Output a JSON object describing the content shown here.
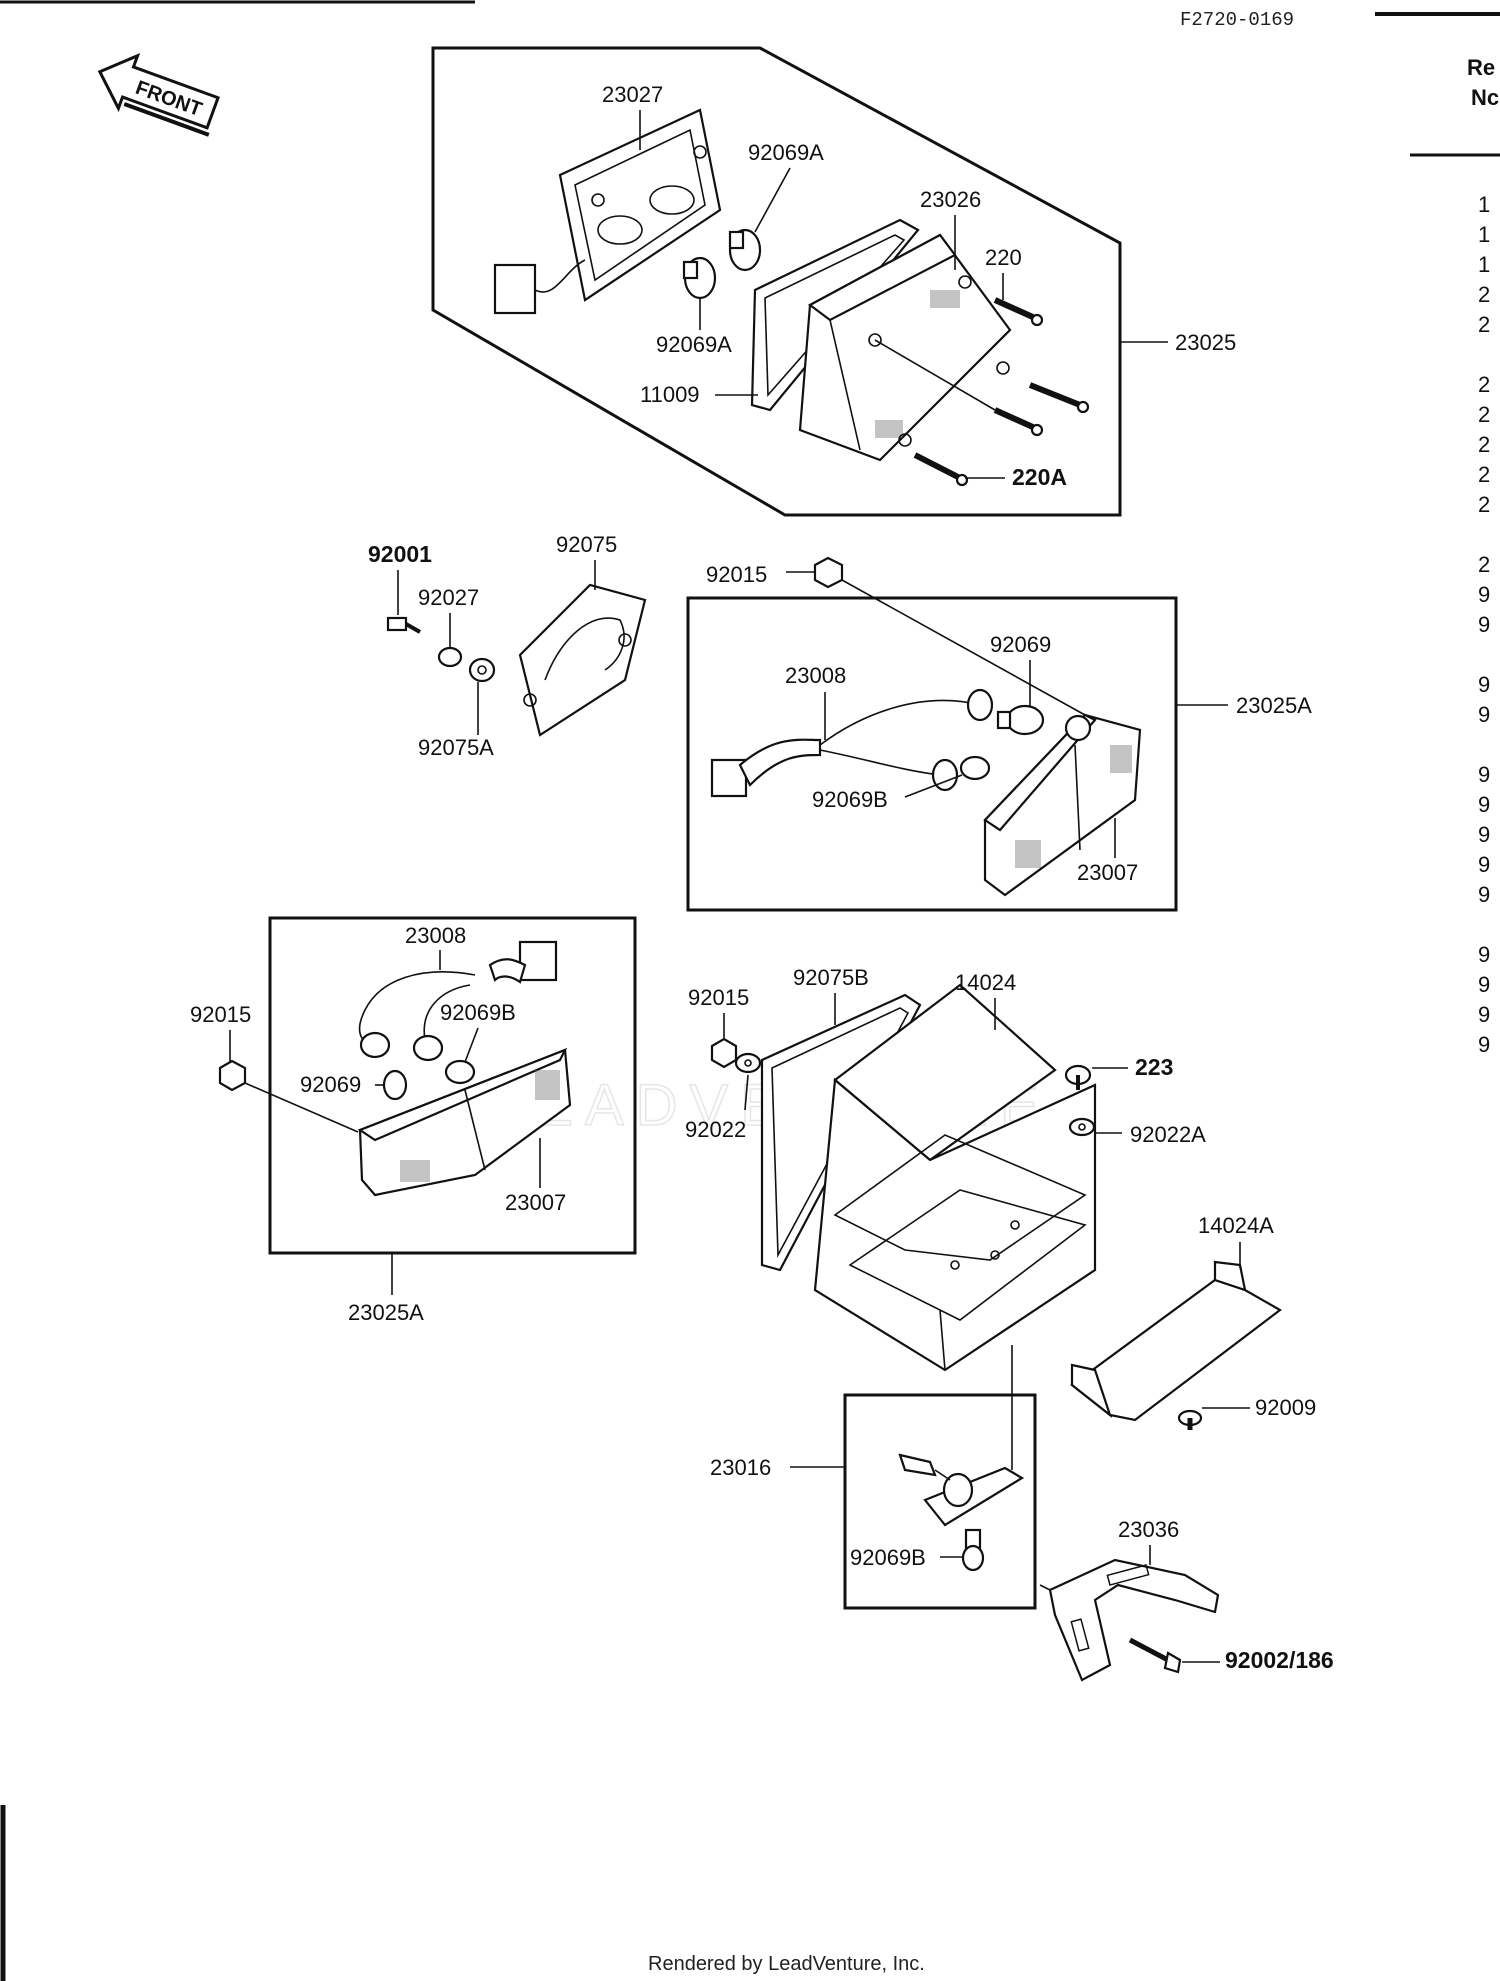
{
  "figure_code": "F2720-0169",
  "front_label": "FRONT",
  "watermark": "LEADVENTURE",
  "footer": "Rendered by LeadVenture, Inc.",
  "side_column": {
    "header_line1": "Re",
    "header_line2": "Nc",
    "rows": [
      "1",
      "1",
      "1",
      "2",
      "2",
      "2",
      "2",
      "2",
      "2",
      "2",
      "2",
      "9",
      "9",
      "9",
      "9",
      "9",
      "9",
      "9",
      "9",
      "9",
      "9",
      "9",
      "9",
      "9"
    ]
  },
  "callouts": {
    "c23027": "23027",
    "c92069A_top": "92069A",
    "c23026": "23026",
    "c220": "220",
    "c23025": "23025",
    "c92069A_low": "92069A",
    "c11009": "11009",
    "c220A": "220A",
    "c92001": "92001",
    "c92075": "92075",
    "c92027": "92027",
    "c92075A": "92075A",
    "c92015_top": "92015",
    "c23008_r": "23008",
    "c92069_r": "92069",
    "c23025A_r": "23025A",
    "c92069B_r": "92069B",
    "c23007_r": "23007",
    "c23008_l": "23008",
    "c92069B_l": "92069B",
    "c92015_l": "92015",
    "c92069_l": "92069",
    "c23007_l": "23007",
    "c23025A_l": "23025A",
    "c92015_m": "92015",
    "c92075B": "92075B",
    "c14024": "14024",
    "c223": "223",
    "c92022": "92022",
    "c92022A": "92022A",
    "c14024A": "14024A",
    "c92009": "92009",
    "c23016": "23016",
    "c92069B_b": "92069B",
    "c23036": "23036",
    "c92002_186": "92002/186"
  }
}
